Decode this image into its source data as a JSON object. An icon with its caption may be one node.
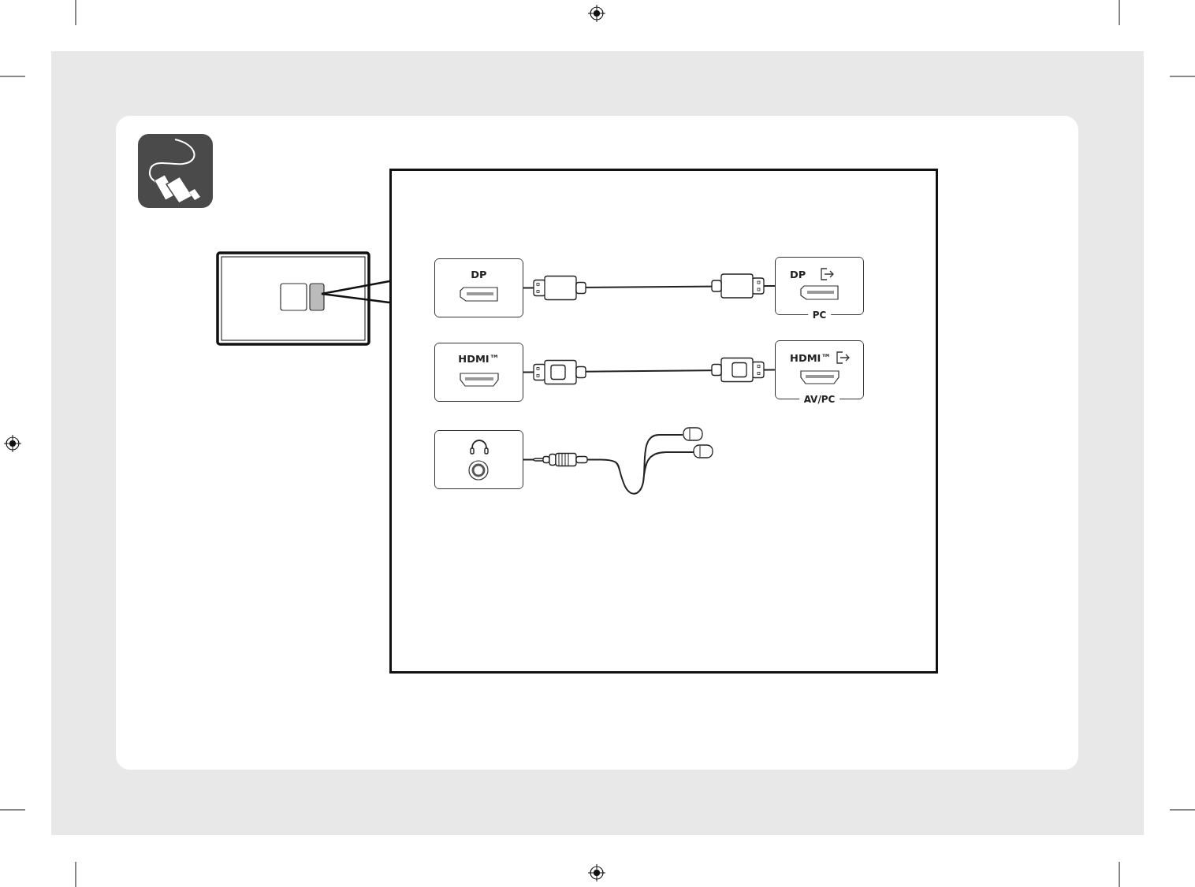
{
  "diagram": {
    "nodes": [
      {
        "text": [],
        "shape": "box"
      },
      {
        "text": [
          "DP"
        ],
        "in": 0
      },
      {
        "text": [
          "DP",
          "PC"
        ],
        "in": 0
      },
      {
        "text": [
          "HDMI™"
        ],
        "in": 0
      },
      {
        "text": [
          "HDMI™",
          "AV/PC"
        ],
        "in": 0
      },
      {
        "text": [],
        "shape": "box",
        "in": 0
      },
      {
        "text": [],
        "shape": "earphones",
        "in": 0
      }
    ],
    "edges": [
      {
        "from": 1,
        "to": 2,
        "arrow": "none"
      },
      {
        "from": 3,
        "to": 4,
        "arrow": "none"
      },
      {
        "from": 5,
        "to": 6,
        "arrow": "none"
      }
    ]
  }
}
